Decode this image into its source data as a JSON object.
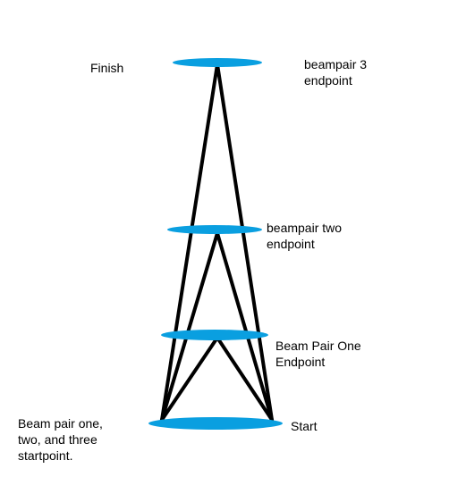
{
  "colors": {
    "plate": "#0a9fe0",
    "beam": "#000000",
    "background": "#ffffff",
    "text": "#000000"
  },
  "labels": {
    "finish": "Finish",
    "beampair3_endpoint": [
      "beampair 3",
      "endpoint"
    ],
    "beampair2_endpoint": [
      "beampair two",
      "endpoint"
    ],
    "beampair1_endpoint": [
      "Beam Pair One",
      "Endpoint"
    ],
    "start": "Start",
    "startpoint": [
      "Beam pair one,",
      "two, and three",
      "startpoint."
    ]
  },
  "levels": [
    "start",
    "beam-pair-one-endpoint",
    "beam-pair-two-endpoint",
    "finish"
  ],
  "beams": [
    {
      "pair": 1,
      "from": "start",
      "to": "beam-pair-one-endpoint"
    },
    {
      "pair": 2,
      "from": "start",
      "to": "beam-pair-two-endpoint"
    },
    {
      "pair": 3,
      "from": "start",
      "to": "finish"
    }
  ]
}
